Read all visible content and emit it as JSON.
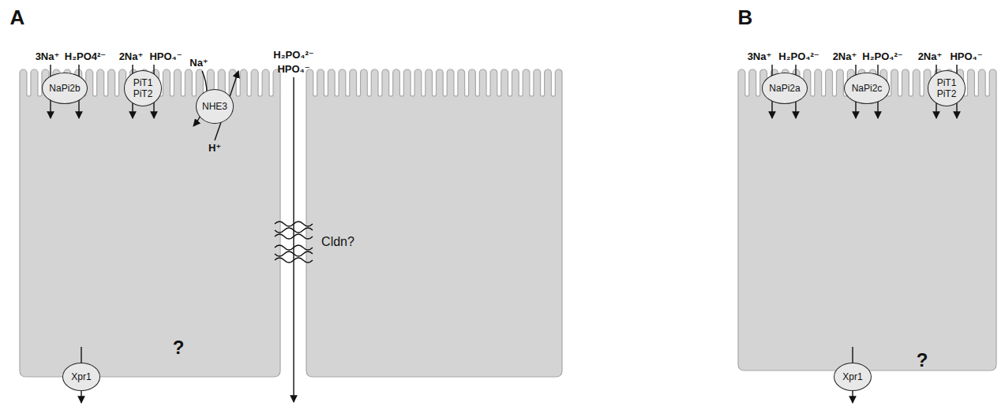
{
  "diagram": {
    "nodes": [
      {
        "text": [
          "NaPi2b"
        ]
      },
      {
        "text": [
          "PiT1 PiT2"
        ]
      },
      {
        "text": [
          "NHE3"
        ]
      },
      {
        "text": [
          "Xpr1"
        ]
      },
      {
        "text": [
          "NaPi2a"
        ]
      },
      {
        "text": [
          "NaPi2c"
        ]
      },
      {
        "text": [
          "PiT1 PiT2"
        ]
      },
      {
        "text": [
          "Xpr1"
        ]
      }
    ],
    "labels": [
      "A",
      "3Na⁺",
      "H₂PO4²⁻",
      "2Na⁺",
      "HPO₄⁻",
      "Na⁺",
      "H⁺",
      "H₂PO₄²⁻",
      "HPO₄⁻",
      "Cldn?",
      "?",
      "B",
      "3Na⁺",
      "H₂PO₄²⁻",
      "2Na⁺",
      "H₂PO₄²⁻",
      "2Na⁺",
      "HPO₄⁻",
      "?"
    ]
  }
}
